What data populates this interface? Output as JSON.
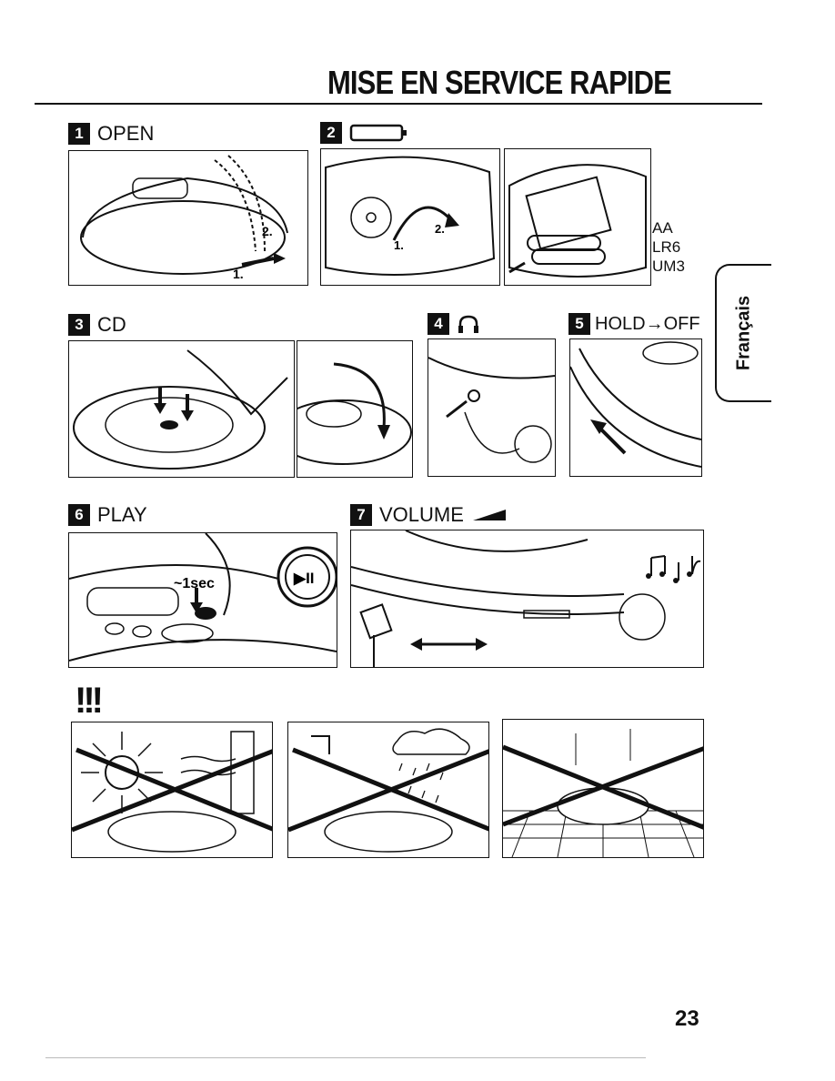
{
  "page": {
    "title": "MISE EN SERVICE RAPIDE",
    "side_tab": "Français",
    "warning_mark": "!!!",
    "page_number": "23"
  },
  "steps": [
    {
      "num": "1",
      "label": "OPEN",
      "marks": [
        "1.",
        "2."
      ]
    },
    {
      "num": "2",
      "label": "",
      "icon": "battery-icon",
      "marks": [
        "1.",
        "2."
      ],
      "battery_types": [
        "AA",
        "LR6",
        "UM3"
      ]
    },
    {
      "num": "3",
      "label": "CD"
    },
    {
      "num": "4",
      "label": "",
      "icon": "headphones-icon"
    },
    {
      "num": "5",
      "label": "HOLD→OFF"
    },
    {
      "num": "6",
      "label": "PLAY",
      "callout": "~1sec",
      "button_symbol": "▶II"
    },
    {
      "num": "7",
      "label": "VOLUME",
      "icon": "volume-ramp-icon",
      "music_icon": "music-notes-icon"
    }
  ],
  "warnings": [
    {
      "icon": "sun-heat-icon"
    },
    {
      "icon": "water-rain-icon"
    },
    {
      "icon": "drop-impact-icon"
    }
  ]
}
